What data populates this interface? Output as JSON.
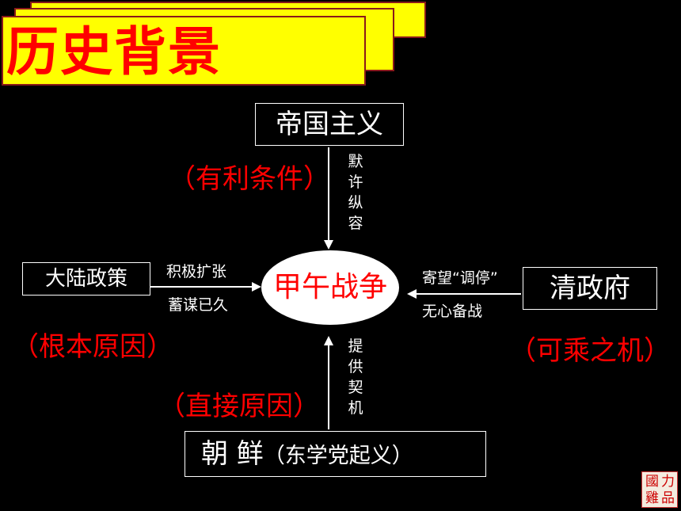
{
  "title": "历史背景",
  "nodes": {
    "imperialism": "帝国主义",
    "mainland_policy": "大陆政策",
    "qing_government": "清政府",
    "korea": "朝  鲜",
    "korea_note": "（东学党起义）",
    "war": "甲午战争"
  },
  "causes": {
    "favorable": "（有利条件）",
    "root": "（根本原因）",
    "opportunity": "（可乘之机）",
    "direct": "（直接原因）"
  },
  "edges": {
    "imperialism_to_war": "默许纵容",
    "mainland_upper": "积极扩张",
    "mainland_lower": "蓄谋已久",
    "qing_upper": "寄望“调停”",
    "qing_lower": "无心备战",
    "korea_to_war": "提供契机"
  },
  "colors": {
    "background": "#000000",
    "banner": "#ffff00",
    "accent": "#ff0000",
    "ellipse": "#ffffff"
  },
  "seal_icon": "seal-logo"
}
